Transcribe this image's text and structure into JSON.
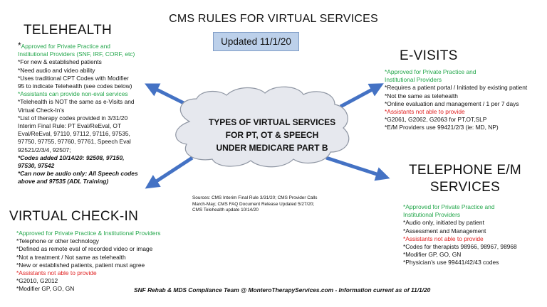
{
  "title": "CMS RULES FOR VIRTUAL SERVICES",
  "updated": "Updated 11/1/20",
  "center": {
    "lines": [
      "TYPES OF VIRTUAL SERVICES",
      "FOR PT, OT & SPEECH",
      "UNDER MEDICARE PART B"
    ]
  },
  "sources": [
    "Sources: CMS Interim Final Rule 3/31/20; CMS Provider Calls",
    "March-May; CMS FAQ Document Release Updated 5/27/20;",
    "CMS Telehealth update 10/14/20"
  ],
  "footer": "SNF Rehab & MDS Compliance Team @ MonteroTherapyServices.com     -   Information current as of 11/1/20",
  "colors": {
    "green": "#22a64a",
    "red": "#e02020",
    "arrow": "#4472c4",
    "badge": "#bcd0ea"
  },
  "telehealth": {
    "heading": "TELEHEALTH",
    "lines": [
      {
        "text": "Approved for Private Practice and",
        "style": "green",
        "star": true
      },
      {
        "text": "Institutional Providers (SNF, IRF, CORF, etc)",
        "style": "green"
      },
      {
        "text": "*For new & established patients",
        "style": "normal"
      },
      {
        "text": "*Need audio and video ability",
        "style": "normal"
      },
      {
        "text": "*Uses traditional CPT Codes with Modifier",
        "style": "normal"
      },
      {
        "text": "95 to indicate Telehealth (see codes below)",
        "style": "normal"
      },
      {
        "text": "*Assistants can provide non-eval services",
        "style": "green"
      },
      {
        "text": "*Telehealth is NOT the same as e-Visits and",
        "style": "normal"
      },
      {
        "text": "Virtual Check-In’s",
        "style": "normal"
      },
      {
        "text": "*List of therapy codes provided in 3/31/20",
        "style": "normal"
      },
      {
        "text": "Interim Final Rule:  PT Eval/ReEval, OT",
        "style": "normal"
      },
      {
        "text": "Eval/ReEval, 97110, 97112, 97116, 97535,",
        "style": "normal"
      },
      {
        "text": "97750, 97755, 97760, 97761, Speech Eval",
        "style": "normal"
      },
      {
        "text": "92521/2/3/4, 92507;",
        "style": "normal"
      },
      {
        "text": "*Codes added 10/14/20: 92508, 97150,",
        "style": "bi"
      },
      {
        "text": "97530, 97542",
        "style": "bi"
      },
      {
        "text": "*Can now be audio only: All Speech codes",
        "style": "bi"
      },
      {
        "text": "above and  97535 (ADL Training)",
        "style": "bi"
      }
    ]
  },
  "evisits": {
    "heading": "E-VISITS",
    "lines": [
      {
        "text": "*Approved for Private Practice and",
        "style": "green"
      },
      {
        "text": "Institutional Providers",
        "style": "green"
      },
      {
        "text": "*Requires a patient portal / Initiated by existing patient",
        "style": "normal"
      },
      {
        "text": "*Not the same as telehealth",
        "style": "normal"
      },
      {
        "text": "*Online evaluation and management / 1 per 7 days",
        "style": "normal"
      },
      {
        "text": "*Assistants not able to provide",
        "style": "red"
      },
      {
        "text": "*G2061, G2062, G2063 for PT,OT,SLP",
        "style": "normal"
      },
      {
        "text": "*E/M Providers use 99421/2/3 (ie: MD, NP)",
        "style": "normal"
      }
    ]
  },
  "telephone": {
    "heading_lines": [
      "TELEPHONE E/M",
      "SERVICES"
    ],
    "lines": [
      {
        "text": "*Approved for Private Practice and",
        "style": "green"
      },
      {
        "text": "Institutional Providers",
        "style": "green"
      },
      {
        "text": "*Audio only, initiated by patient",
        "style": "normal"
      },
      {
        "text": "*Assessment and Management",
        "style": "normal"
      },
      {
        "text": "*Assistants not able to provide",
        "style": "red"
      },
      {
        "text": "*Codes for therapists 98966, 98967, 98968",
        "style": "normal"
      },
      {
        "text": "*Modifier GP, GO, GN",
        "style": "normal"
      },
      {
        "text": "*Physician’s use 99441/42/43 codes",
        "style": "normal"
      }
    ]
  },
  "checkin": {
    "heading": "VIRTUAL CHECK-IN",
    "lines": [
      {
        "text": "*Approved for Private Practice & Institutional Providers",
        "style": "green"
      },
      {
        "text": "*Telephone or other technology",
        "style": "normal"
      },
      {
        "text": "*Defined as remote eval of recorded video or image",
        "style": "normal"
      },
      {
        "text": "*Not a treatment / Not same as telehealth",
        "style": "normal"
      },
      {
        "text": "*New or established patients, patient must agree",
        "style": "normal"
      },
      {
        "text": "*Assistants not able to provide",
        "style": "red"
      },
      {
        "text": "*G2010, G2012",
        "style": "normal"
      },
      {
        "text": "*Modifier GP, GO, GN",
        "style": "normal"
      }
    ]
  }
}
